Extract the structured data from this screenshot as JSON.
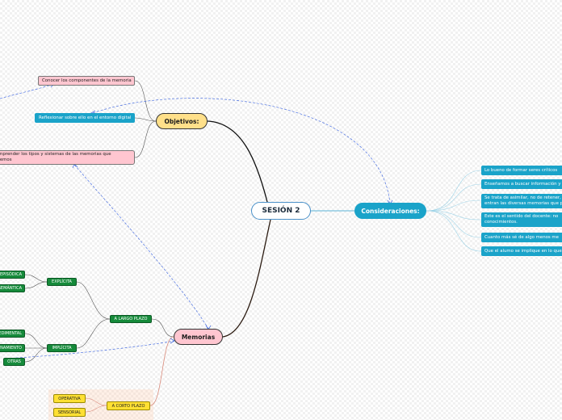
{
  "central": {
    "label": "SESIÓN 2"
  },
  "objetivos": {
    "label": "Objetivos:",
    "items": [
      "Conocer los componentes de la memoria",
      "Reflexionar sobre ello en el entorno digital",
      "Comprender los tipos y  sistemas de las memorias que tenemos"
    ]
  },
  "consideraciones": {
    "label": "Consideraciones:",
    "items": [
      "Lo bueno de formar seres críticos",
      "Enseñamos a buscar información y",
      "Se trata de asimilar, no de retener, entran las diversas memorias que p",
      "Este es el sentido del docente: no conocimientos.",
      "Cuanto más sé de algo menos me",
      "Que el alumo se implique en lo que"
    ]
  },
  "memorias": {
    "label": "Memorias",
    "largo_plazo": {
      "label": "A LARGO PLAZO",
      "explicita": {
        "label": "EXPLÍCITA",
        "items": [
          "EPISÓDICA",
          "SEMÁNTICA"
        ]
      },
      "implicita": {
        "label": "IMPLÍCITA",
        "items": [
          "PROCEDIMENTAL",
          "CONDICIONAMIENTO",
          "OTRAS"
        ]
      }
    },
    "corto_plazo": {
      "label": "A CORTO PLAZO",
      "items": [
        "OPERATIVA",
        "SENSORIAL"
      ]
    }
  },
  "colors": {
    "objetivos": "#ffe08a",
    "consideraciones": "#1aa3c9",
    "memorias": "#ffc6d0",
    "largo_plazo": "#158a3a",
    "corto_plazo": "#ffe033",
    "relationship": "#4a6fe0"
  }
}
